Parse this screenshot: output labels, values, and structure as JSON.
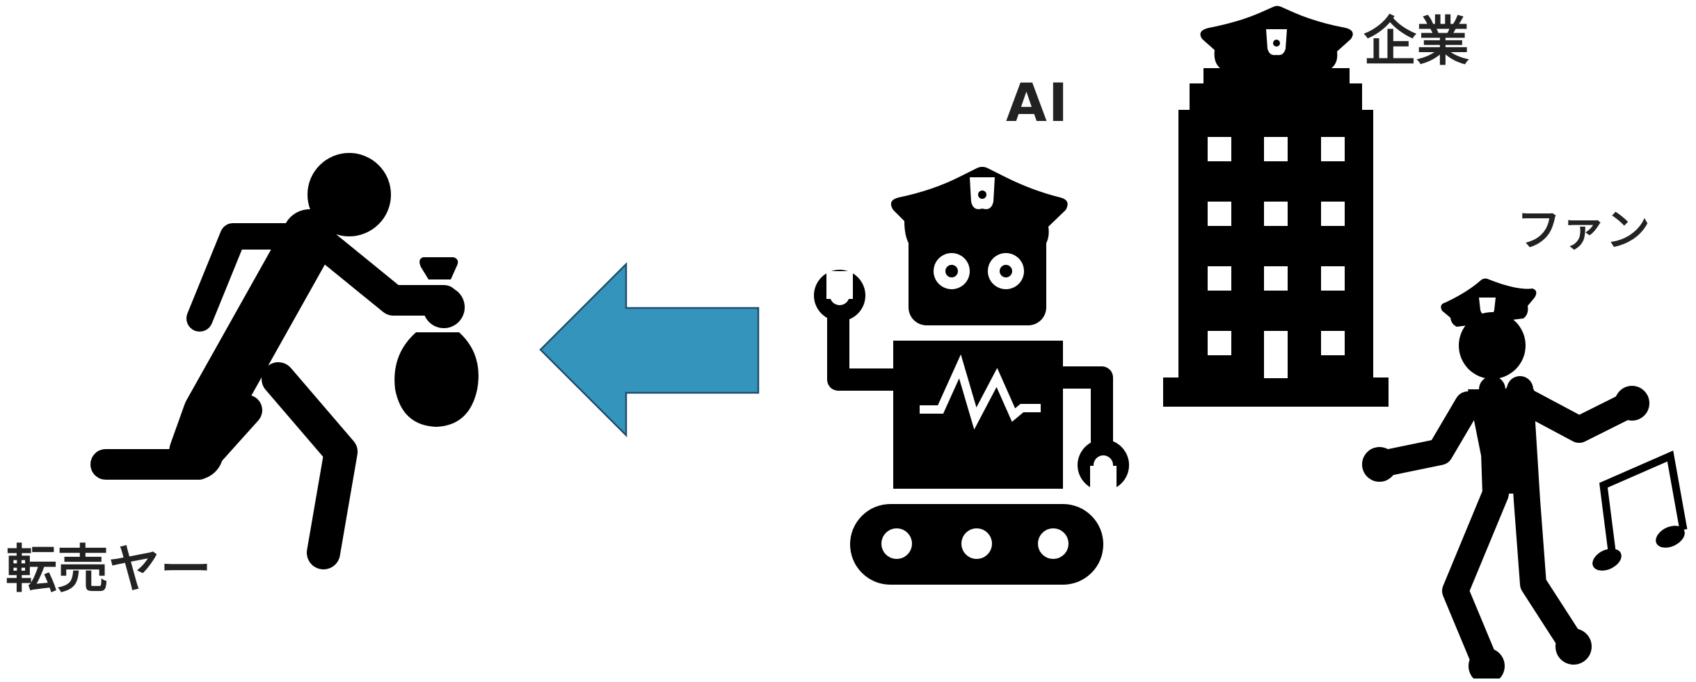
{
  "labels": {
    "reseller": "転売ヤー",
    "ai": "AI",
    "company": "企業",
    "fan": "ファン"
  },
  "icons": {
    "reseller": "running-thief-with-money-bag-icon",
    "arrow": "left-arrow-icon",
    "ai": "police-robot-icon",
    "company": "police-building-icon",
    "fan": "police-fan-dancing-icon",
    "music": "music-note-icon"
  },
  "colors": {
    "figure": "#000000",
    "arrow_fill": "#3594BC",
    "arrow_stroke": "#1E4D6A",
    "text": "#222222",
    "background": "#FFFFFF"
  }
}
